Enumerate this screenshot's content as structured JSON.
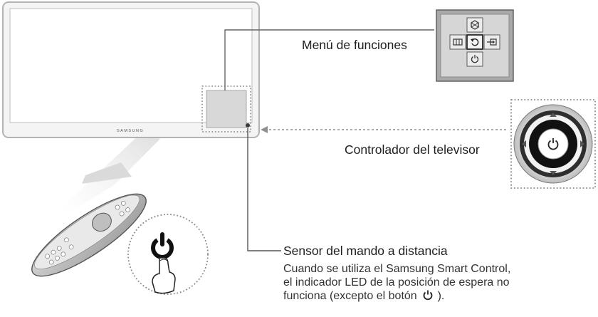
{
  "tv": {
    "brand": "SAMSUNG"
  },
  "labels": {
    "function_menu": "Menú de funciones",
    "tv_controller": "Controlador del televisor",
    "remote_sensor": "Sensor del mando a distancia"
  },
  "description": {
    "line1": "Cuando se utiliza el Samsung Smart Control,",
    "line2": "el indicador LED de la posición de espera no",
    "line3_before": "funciona (excepto el botón",
    "line3_after": ")."
  },
  "icons": {
    "menu_top": "smart-hub-icon",
    "menu_left": "menu-icon",
    "menu_center": "return-icon",
    "menu_right": "source-icon",
    "menu_bottom": "power-icon",
    "controller_center": "power-icon",
    "inline": "power-icon"
  }
}
